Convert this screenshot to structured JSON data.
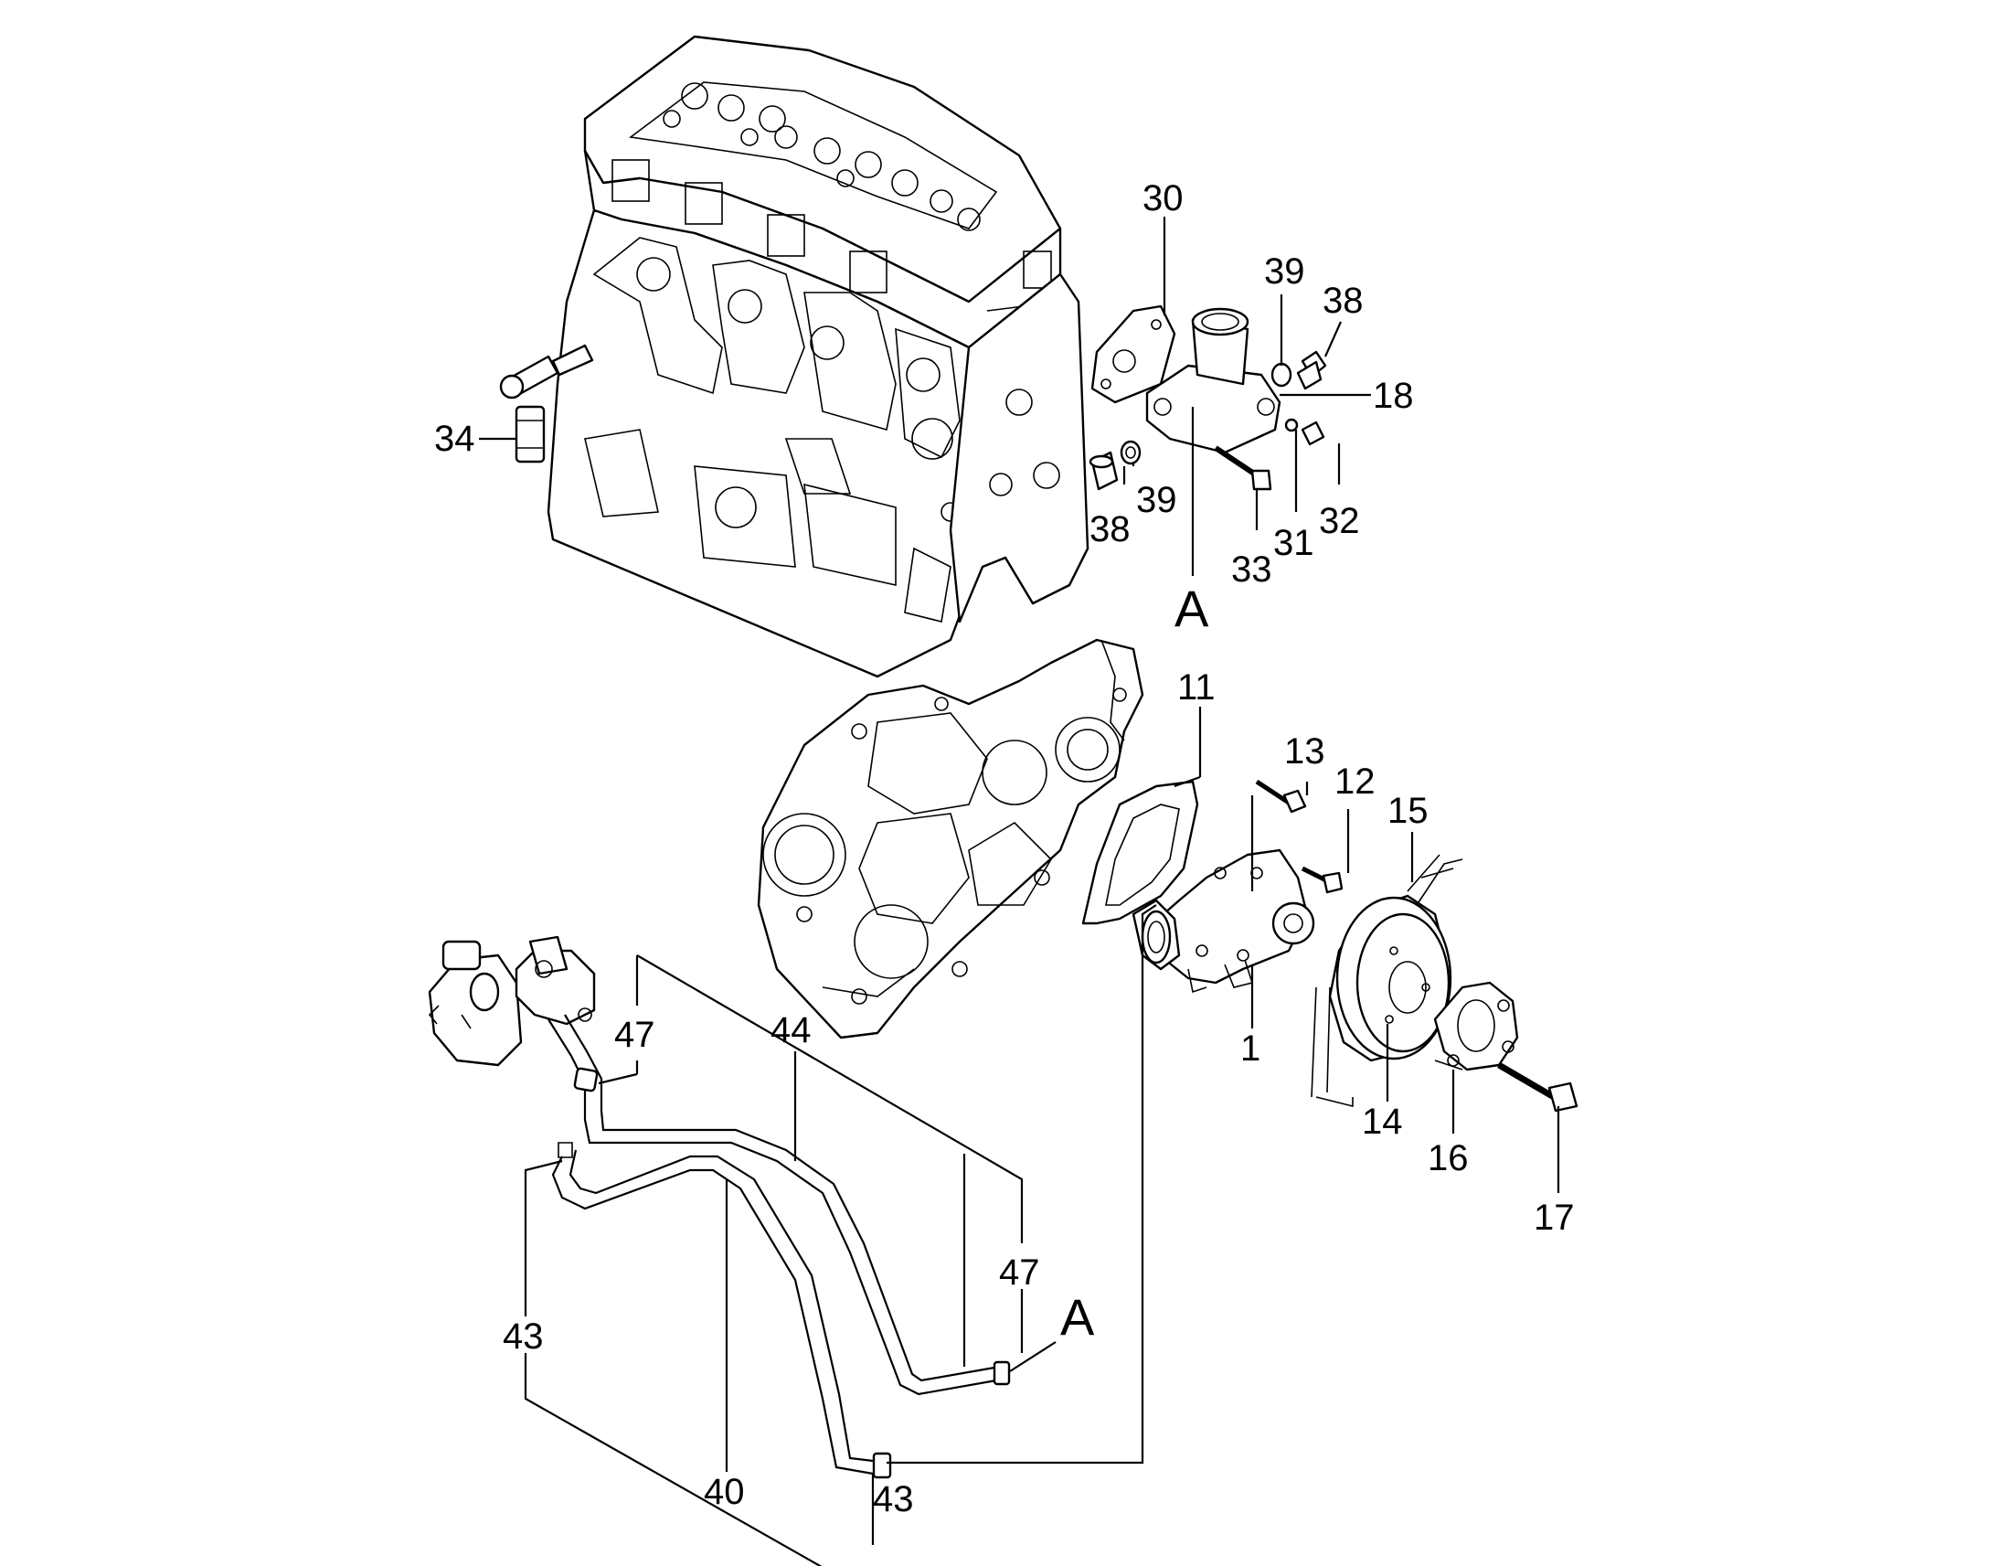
{
  "callouts": {
    "c1": "1",
    "c11": "11",
    "c12": "12",
    "c13": "13",
    "c14": "14",
    "c15": "15",
    "c16": "16",
    "c17": "17",
    "c18": "18",
    "c30": "30",
    "c31": "31",
    "c32": "32",
    "c33": "33",
    "c34": "34",
    "c38a": "38",
    "c38b": "38",
    "c39a": "39",
    "c39b": "39",
    "c40": "40",
    "c43a": "43",
    "c43b": "43",
    "c44": "44",
    "c47a": "47",
    "c47b": "47"
  },
  "references": {
    "a_top": "A",
    "a_bottom": "A"
  }
}
